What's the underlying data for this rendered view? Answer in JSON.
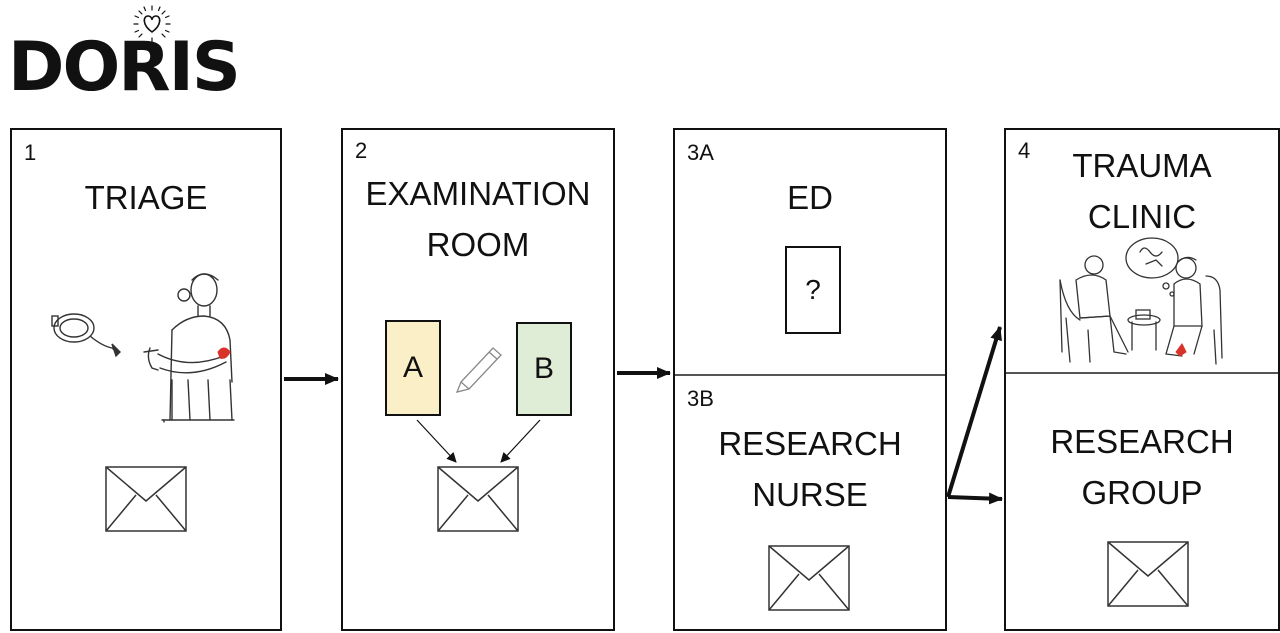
{
  "logo": {
    "text": "DORIS",
    "icon": "heart-icon"
  },
  "panels": [
    {
      "number": "1",
      "title": "TRIAGE",
      "icons": [
        "tape-measure-icon",
        "patient-holding-arm-illustration",
        "envelope-icon"
      ]
    },
    {
      "number": "2",
      "title": "EXAMINATION\nROOM",
      "forms": [
        {
          "label": "A",
          "color": "#fbefc8"
        },
        {
          "label": "B",
          "color": "#dfedd6"
        }
      ],
      "icons": [
        "pencil-icon",
        "envelope-icon"
      ]
    },
    {
      "sections": [
        {
          "number": "3A",
          "title": "ED",
          "box_label": "?"
        },
        {
          "number": "3B",
          "title": "RESEARCH\nNURSE",
          "icons": [
            "envelope-icon"
          ]
        }
      ]
    },
    {
      "sections": [
        {
          "number": "4",
          "title": "TRAUMA\nCLINIC",
          "icons": [
            "consultation-illustration"
          ]
        },
        {
          "title": "RESEARCH\nGROUP",
          "icons": [
            "envelope-icon"
          ]
        }
      ]
    }
  ],
  "colors": {
    "line": "#111111",
    "injury_red": "#d8322a"
  }
}
